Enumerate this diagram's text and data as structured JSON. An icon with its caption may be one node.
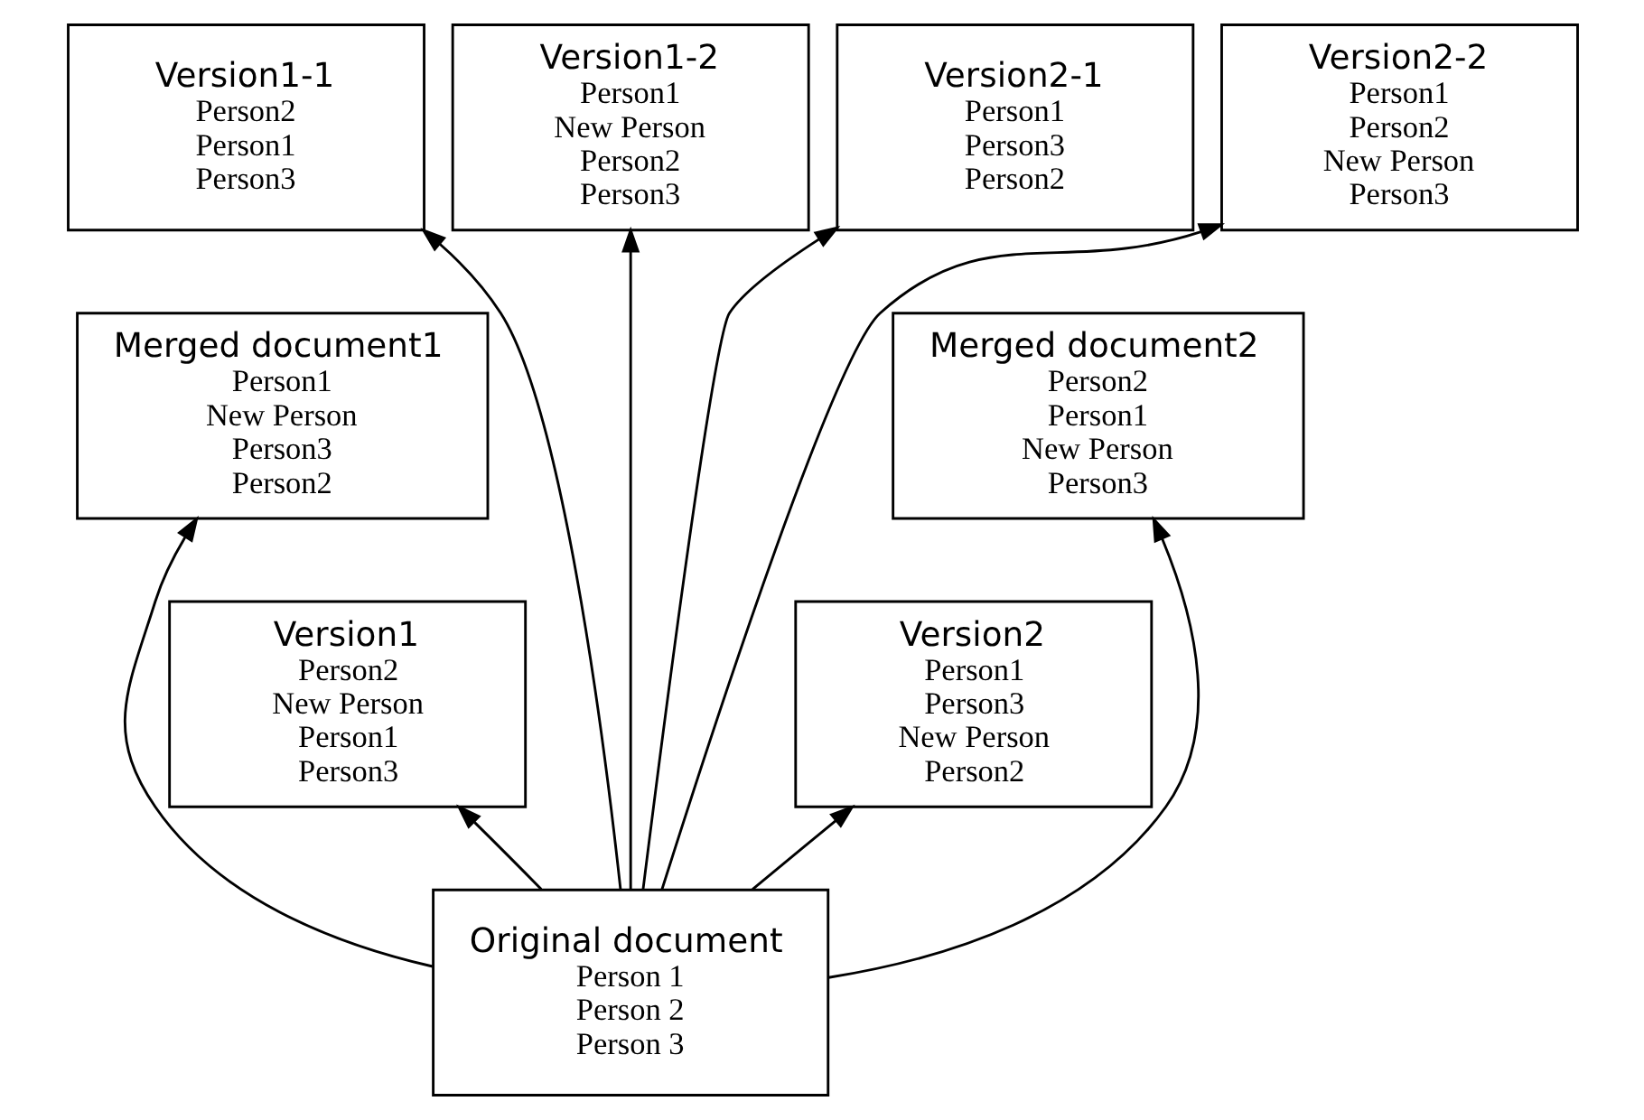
{
  "diagram": {
    "nodes": [
      {
        "text": [
          "Version1-1",
          "Person2",
          "Person1",
          "Person3"
        ]
      },
      {
        "text": [
          "Version1-2",
          "Person1",
          "New Person",
          "Person2",
          "Person3"
        ]
      },
      {
        "text": [
          "Version2-1",
          "Person1",
          "Person3",
          "Person2"
        ]
      },
      {
        "text": [
          "Version2-2",
          "Person1",
          "Person2",
          "New Person",
          "Person3"
        ]
      },
      {
        "text": [
          "Merged document1",
          "Person1",
          "New Person",
          "Person3",
          "Person2"
        ]
      },
      {
        "text": [
          "Merged document2",
          "Person2",
          "Person1",
          "New Person",
          "Person3"
        ]
      },
      {
        "text": [
          "Version1",
          "Person2",
          "New Person",
          "Person1",
          "Person3"
        ]
      },
      {
        "text": [
          "Version2",
          "Person1",
          "Person3",
          "New Person",
          "Person2"
        ]
      },
      {
        "text": [
          "Original document",
          "Person 1",
          "Person 2",
          "Person 3"
        ]
      }
    ],
    "edges": [
      {
        "from": 8,
        "to": 6,
        "arrow": "to"
      },
      {
        "from": 8,
        "to": 0,
        "arrow": "to"
      },
      {
        "from": 8,
        "to": 4,
        "arrow": "to"
      },
      {
        "from": 8,
        "to": 1,
        "arrow": "to"
      },
      {
        "from": 8,
        "to": 2,
        "arrow": "to"
      },
      {
        "from": 8,
        "to": 5,
        "arrow": "to"
      },
      {
        "from": 8,
        "to": 3,
        "arrow": "to"
      },
      {
        "from": 8,
        "to": 7,
        "arrow": "to"
      }
    ]
  }
}
